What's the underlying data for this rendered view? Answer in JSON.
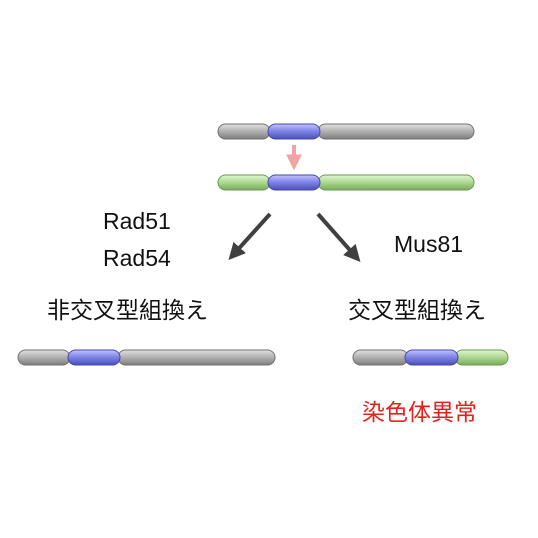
{
  "proteins": {
    "rad51": "Rad51",
    "rad54": "Rad54",
    "mus81": "Mus81"
  },
  "outcomes": {
    "noncrossover": "非交叉型組換え",
    "crossover": "交叉型組換え",
    "abnormality": "染色体異常"
  },
  "colors": {
    "gray": "#a6a6a6",
    "blue": "#7b80e8",
    "green": "#a9d98f",
    "arrow_dark": "#404040",
    "arrow_pink": "#f3a3a3",
    "red_text": "#e0231d"
  }
}
